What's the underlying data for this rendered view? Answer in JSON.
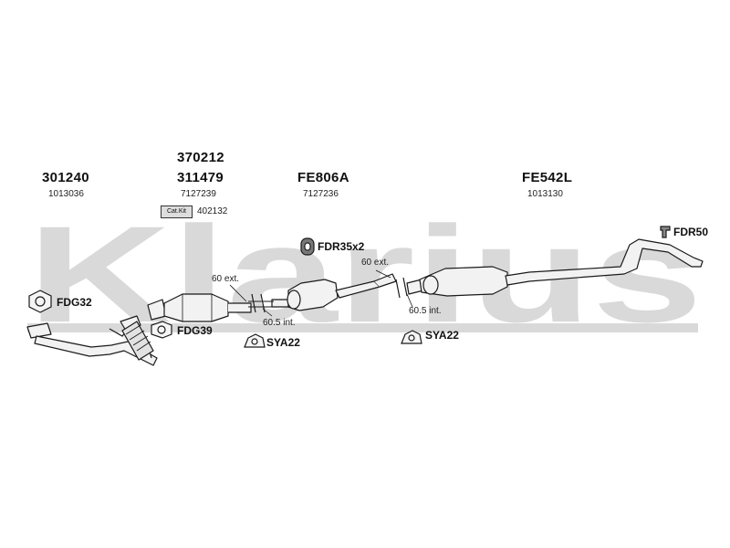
{
  "watermark": "Klarius",
  "parts": {
    "p301240": {
      "number": "301240",
      "ref": "1013036"
    },
    "p370212": {
      "number": "370212"
    },
    "p311479": {
      "number": "311479",
      "ref": "7127239"
    },
    "p402132": {
      "badge": "Cat.Kit",
      "ref": "402132"
    },
    "pFE806A": {
      "number": "FE806A",
      "ref": "7127236"
    },
    "pFE542L": {
      "number": "FE542L",
      "ref": "1013130"
    }
  },
  "fittings": {
    "fdg32": "FDG32",
    "fdg39": "FDG39",
    "fdr35x2": "FDR35x2",
    "fdr50": "FDR50",
    "sya22_a": "SYA22",
    "sya22_b": "SYA22"
  },
  "dimensions": {
    "ext_60_left": "60 ext.",
    "int_605_left": "60.5 int.",
    "ext_60_right": "60 ext.",
    "int_605_right": "60.5 int."
  },
  "colors": {
    "watermark": "#d6d6d6",
    "line": "#1a1a1a",
    "fill": "#f2f2f2"
  },
  "icons": [
    "gasket-icon",
    "hanger-icon",
    "bracket-icon",
    "clamp-icon"
  ]
}
